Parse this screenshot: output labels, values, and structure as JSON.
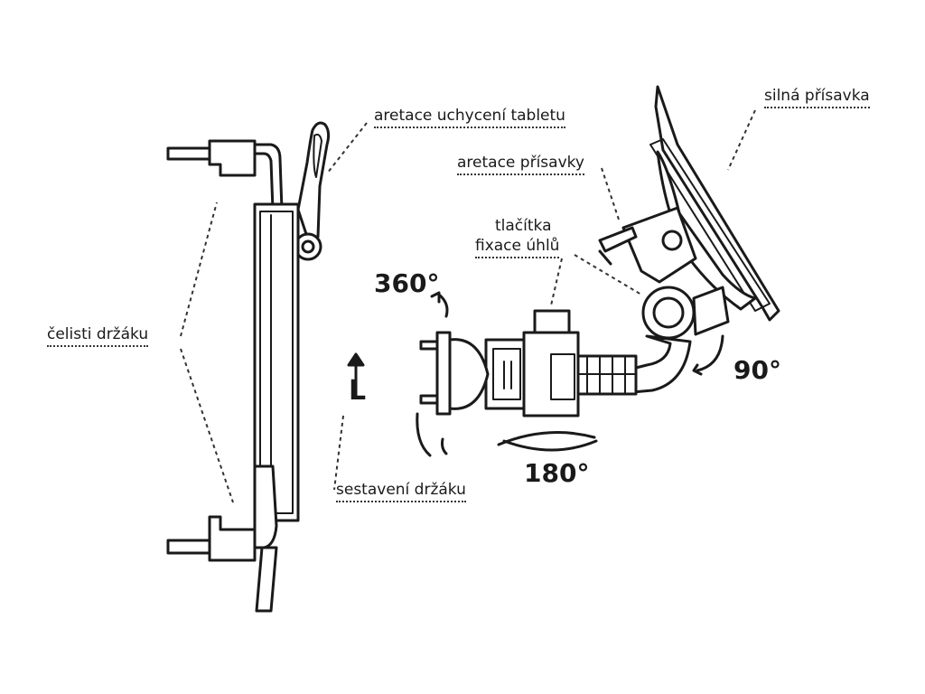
{
  "labels": {
    "tablet_lock": "aretace uchycení tabletu",
    "suction_strong": "silná přísavka",
    "suction_lock": "aretace přísavky",
    "buttons_line1": "tlačítka",
    "buttons_line2": "fixace úhlů",
    "jaws": "čelisti držáku",
    "assembly": "sestavení držáku"
  },
  "angles": {
    "a360": "360°",
    "a90": "90°",
    "a180": "180°"
  },
  "marker": "L",
  "colors": {
    "ink": "#1a1a1a",
    "leader": "#333333",
    "fill": "#ffffff"
  }
}
